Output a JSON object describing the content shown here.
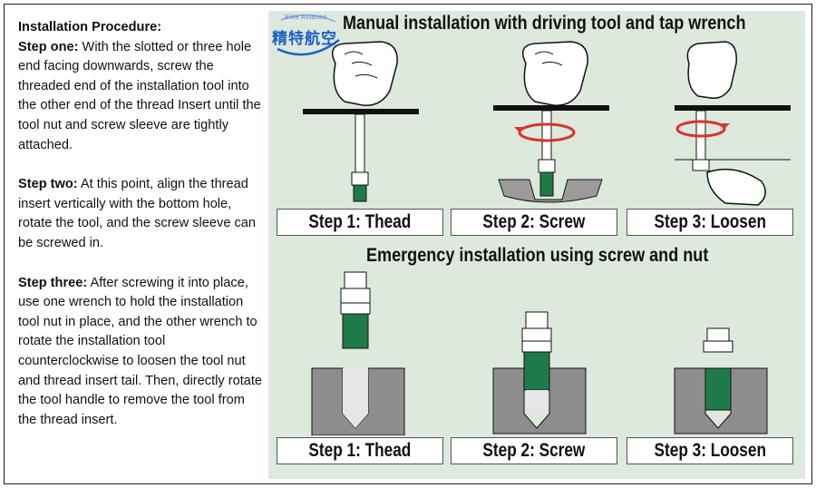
{
  "procedure": {
    "title": "Installation Procedure:",
    "steps": [
      {
        "label": "Step one:",
        "text": " With the slotted or three hole end facing downwards, screw the threaded end of the installation tool into the other end of the thread Insert until the tool nut and screw sleeve are tightly attached."
      },
      {
        "label": "Step two:",
        "text": " At this point, align the thread insert vertically with the bottom hole, rotate the tool, and the screw sleeve can be screwed in."
      },
      {
        "label": "Step three:",
        "text": " After screwing it into place, use one wrench to hold the installation tool nut in place, and the other wrench to rotate the installation tool counterclockwise to loosen the tool nut and thread insert tail. Then, directly rotate the tool handle to remove the tool from the thread insert."
      }
    ]
  },
  "logo": {
    "cn": "精特航空",
    "en": "Elite Aviation"
  },
  "manual": {
    "title": "Manual installation with driving tool and tap wrench",
    "labels": [
      "Step 1: Thead",
      "Step 2: Screw",
      "Step 3: Loosen"
    ]
  },
  "emergency": {
    "title": "Emergency installation using screw and nut",
    "labels": [
      "Step 1: Thead",
      "Step 2: Screw",
      "Step 3: Loosen"
    ]
  },
  "colors": {
    "panel": "#dde9dc",
    "insert": "#1f7a4a",
    "arrow": "#d9342b",
    "logo": "#1f5fc8"
  }
}
